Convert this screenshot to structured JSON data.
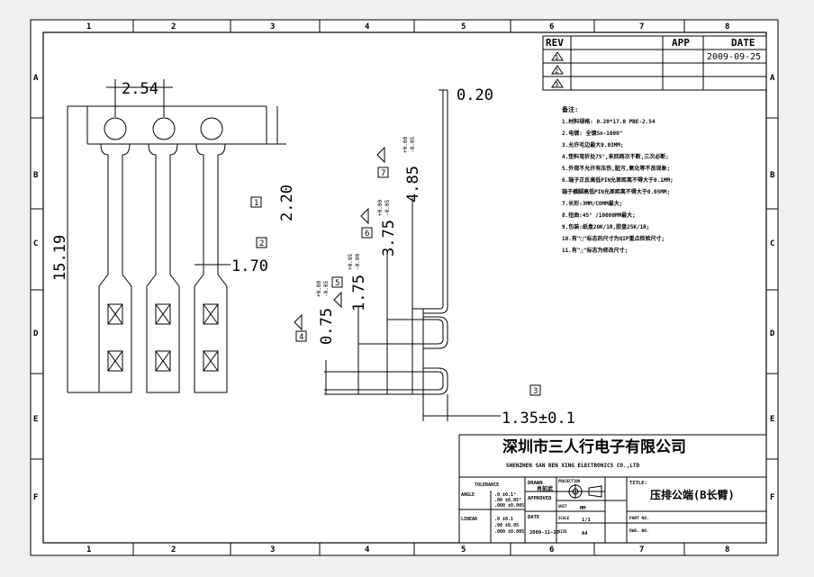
{
  "frame": {
    "columns": [
      "1",
      "2",
      "3",
      "4",
      "5",
      "6",
      "7",
      "8"
    ],
    "rows": [
      "A",
      "B",
      "C",
      "D",
      "E",
      "F"
    ]
  },
  "revision_block": {
    "headers": {
      "rev": "REV",
      "app": "APP",
      "date": "DATE"
    },
    "rows": [
      {
        "rev": "1",
        "date": "2009-09-25"
      },
      {
        "rev": "2",
        "date": ""
      },
      {
        "rev": "3",
        "date": ""
      }
    ]
  },
  "dimensions": {
    "pitch": "2.54",
    "thickness": "0.20",
    "pin_length": "15.19",
    "slot_length": "2.20",
    "blade_width": "1.70",
    "bend_height": "1.35±0.1",
    "row_4": "0.75",
    "row_5": "1.75",
    "row_6": "3.75",
    "row_7": "4.85",
    "tol_plus": "+0.00",
    "tol_minus": "-0.05",
    "tol_plus_b": "+0.05",
    "tol_minus_b": "-0.00"
  },
  "callouts": {
    "c1": "1",
    "c2": "2",
    "c3": "3",
    "c4": "4",
    "c5": "5",
    "c6": "6",
    "c7": "7"
  },
  "notes": {
    "title": "备注:",
    "lines": [
      "1.材料规格: 0.20*17.0   PBE-2.54",
      "2.电镀: 全镀Sn-1000\"",
      "3.允许毛边最大0.03MM;",
      "4.垫料弯折处75°,来回两次不断,三次必断;",
      "5.外观不允许有压伤,脏污,氧化等不良现象;",
      "6.端子正反高低PIN允差距离不得大于0.1MM;",
      "  端子横脚高低PIN允差距离不得大于0.05MM;",
      "7.长形:3MM/COMM最大;",
      "8.扭曲:45° /10000MM最大;",
      "9.包装:纸盒20K/1R,胶盘25K/1R;",
      "10.有\"□\"标志的尺寸为QIP重点检验尺寸;",
      "11.有\"△\"标志为修改尺寸;"
    ]
  },
  "title_block": {
    "company_cn": "深圳市三人行电子有限公司",
    "company_en": "SHENZHEN SAN REN XING ELECTRONICS CO.,LTD",
    "tolerance_label": "TOLERANCE",
    "angle_label": "ANGLE",
    "angle_rows": [
      ".0   ±0.1°",
      ".00  ±0.05°",
      ".000 ±0.005"
    ],
    "linear_label": "LINEAR",
    "linear_rows": [
      ".0   ±0.1",
      ".00  ±0.05",
      ".000 ±0.005"
    ],
    "drawn_label": "DRAWN",
    "drawn_by": "肖前武",
    "approved_label": "APPROVED",
    "projection_label": "PROJECTION",
    "unit_label": "UNIT",
    "unit": "MM",
    "scale_label": "SCALE",
    "scale": "1/1",
    "size_label": "SIZE",
    "size": "A4",
    "date_label": "DATE",
    "date": "2008-11-27",
    "title_label": "TITLE:",
    "title": "压排公端(B长臂)",
    "part_label": "PART NO.",
    "dwg_label": "DWG. NO."
  }
}
